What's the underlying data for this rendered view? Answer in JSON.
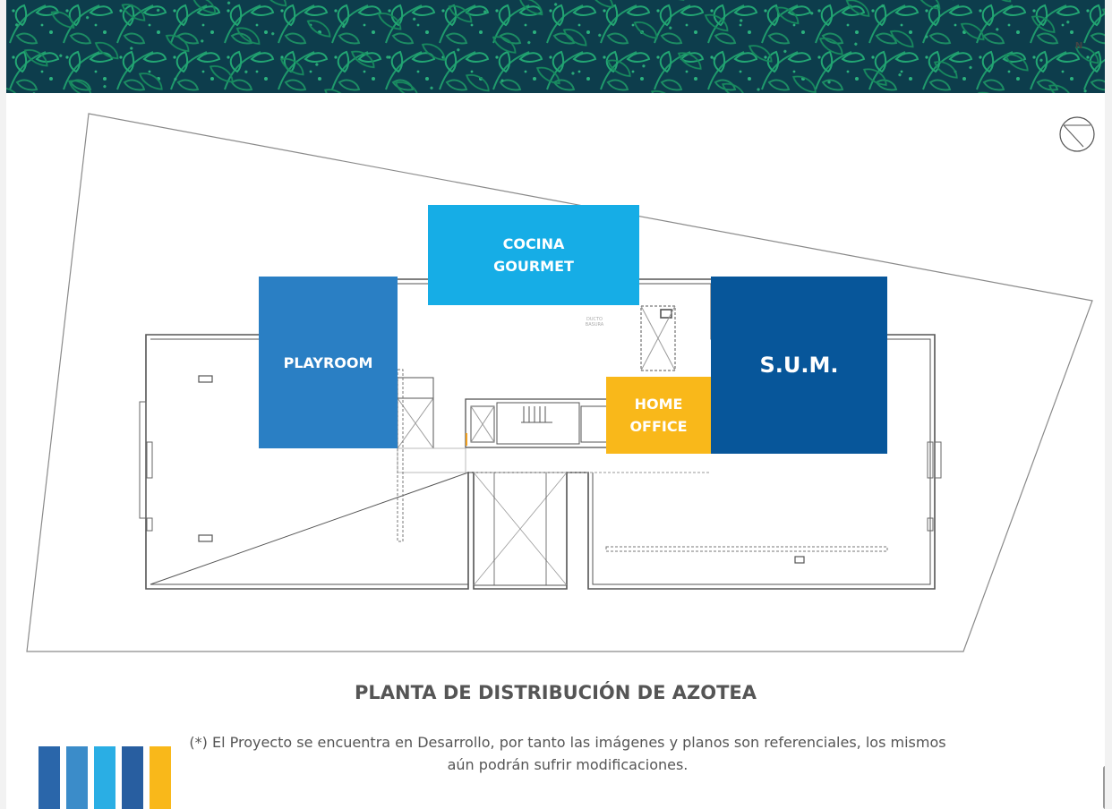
{
  "rooms": {
    "playroom": "PLAYROOM",
    "cocina": "COCINA\nGOURMET",
    "sum": "S.U.M.",
    "home_office": "HOME\nOFFICE"
  },
  "compass": {
    "label": "N",
    "icon": "north-arrow-icon"
  },
  "duct_label": "DUCTO\nBASURA",
  "caption": "PLANTA DE DISTRIBUCIÓN DE AZOTEA",
  "disclaimer": "(*) El Proyecto se encuentra en Desarrollo, por tanto las imágenes y planos son referenciales, los mismos aún podrán sufrir modificaciones.",
  "colors": {
    "banner_bg": "#0d3d4c",
    "banner_leaf": "#1f9a6c",
    "playroom": "#2a7fc4",
    "cocina": "#16ade6",
    "sum": "#07569a",
    "home_office": "#f9b81a",
    "wall": "#555555"
  },
  "swatch_colors": [
    "#2a66aa",
    "#3b8cc9",
    "#2aaee4",
    "#285ea0",
    "#f9b81a"
  ]
}
